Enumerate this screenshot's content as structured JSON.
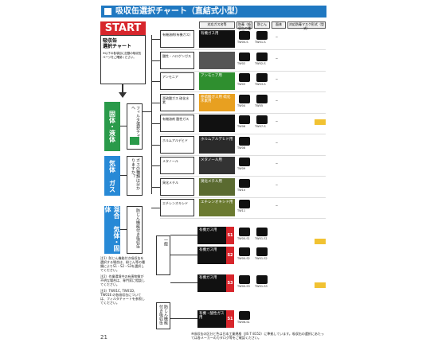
{
  "header": {
    "title": "吸収缶選択チャート（直結式小型）"
  },
  "start": {
    "label": "START",
    "box_title": "吸収缶\n選択チャート",
    "box_note": "※以下の各項目に記載の吸収缶ページをご確認ください。"
  },
  "left_categories": [
    {
      "label": "固体・液体",
      "color": "#2a9a4a"
    },
    {
      "label": "気体 ガス",
      "color": "#2789d6"
    },
    {
      "label": "混合 気体・固体",
      "color": "#2789d6"
    }
  ],
  "branches": [
    {
      "label": "フィルタ選択チャートへ"
    },
    {
      "label": "ガスの種類は分かりますか？"
    },
    {
      "label": "防じん機能付き吸収缶"
    }
  ],
  "column_headers": {
    "substance": "対応ガス名等",
    "toxic_gas": "防毒（吸収缶の種類）",
    "dust_resistant": "防じん",
    "equipment": "面体",
    "mask_model": "対応防毒マスク形式（型式）"
  },
  "rows": [
    {
      "category": "有機溶剤(有機ガス)",
      "band_label": "有機ガス用",
      "band_color": "#111111",
      "product_codes": [
        "TW00-S",
        "TW01-S"
      ],
      "dash": "–"
    },
    {
      "category": "酸性・ハロゲンガス",
      "band_label": "",
      "band_color": "#555555",
      "product_codes": [
        "TW02",
        "TW02-S"
      ],
      "dash": "–"
    },
    {
      "category": "アンモニア",
      "band_label": "アンモニア用",
      "band_color": "#2f8f2f",
      "product_codes": [
        "TW03",
        "TW03-S"
      ],
      "dash": "–"
    },
    {
      "category": "亜硫酸ガス 硫化水素",
      "band_label": "亜硫酸ガス用 硫化水素用",
      "band_color": "#e8a020",
      "product_codes": [
        "TW04",
        "TW05"
      ],
      "dash": "–"
    },
    {
      "category": "有機溶剤 酸性ガス",
      "band_label": "",
      "band_color": "#111111",
      "product_codes": [
        "TW06",
        "TW07-S"
      ],
      "dash": "–"
    },
    {
      "category": "ホルムアルデヒド",
      "band_label": "ホルムアルデヒド用",
      "band_color": "#2a2a2a",
      "product_codes": [
        "TW08"
      ],
      "dash": "–"
    },
    {
      "category": "メタノール",
      "band_label": "メタノール用",
      "band_color": "#333333",
      "product_codes": [
        "TW09"
      ],
      "dash": "–"
    },
    {
      "category": "臭化メチル",
      "band_label": "臭化メチル用",
      "band_color": "#5a6a30",
      "product_codes": [
        "TW10"
      ],
      "dash": "–"
    },
    {
      "category": "エチレンオキシド",
      "band_label": "エチレンオキシド用",
      "band_color": "#6b7a30",
      "product_codes": [
        "TW11"
      ],
      "dash": "–"
    }
  ],
  "combo_rows": [
    {
      "band_label": "有機ガス用",
      "tag": "S1",
      "tag_color": "#d7262c",
      "product_codes": [
        "TW00-S1",
        "TW01-S1"
      ]
    },
    {
      "band_label": "有機ガス用",
      "tag": "S2",
      "tag_color": "#d7262c",
      "product_codes": [
        "TW00-S2",
        "TW01-S2"
      ]
    },
    {
      "band_label": "有機ガス用",
      "tag": "S3",
      "tag_color": "#d7262c",
      "product_codes": [
        "TW00-S3",
        "TW01-S3"
      ]
    },
    {
      "band_label": "有機・酸性ガス用",
      "tag": "S1",
      "tag_color": "#d7262c",
      "product_codes": [
        "TW06-S1"
      ]
    }
  ],
  "side_labels": {
    "filter": "一般",
    "combo": "防じん機能付き吸収缶"
  },
  "left_notes": [
    "注1）防じん機能付き吸収缶を選択する場合は、粉じん等の種類によりS1・S2・S3を選択してください。",
    "注2）作業環境中の有害物質が不明な場合は、専門家に相談してください。",
    "注3）TW01C, TW01D, TW01E の各吸収缶については、フィルタチャートを参照してください。"
  ],
  "footer": {
    "page_number": "21",
    "note": "※吸収缶の区分と色は日本工業規格（JIS T 8152）に準拠しています。吸収缶の選択にあたっては各メーカーのカタログ等をご確認ください。"
  }
}
